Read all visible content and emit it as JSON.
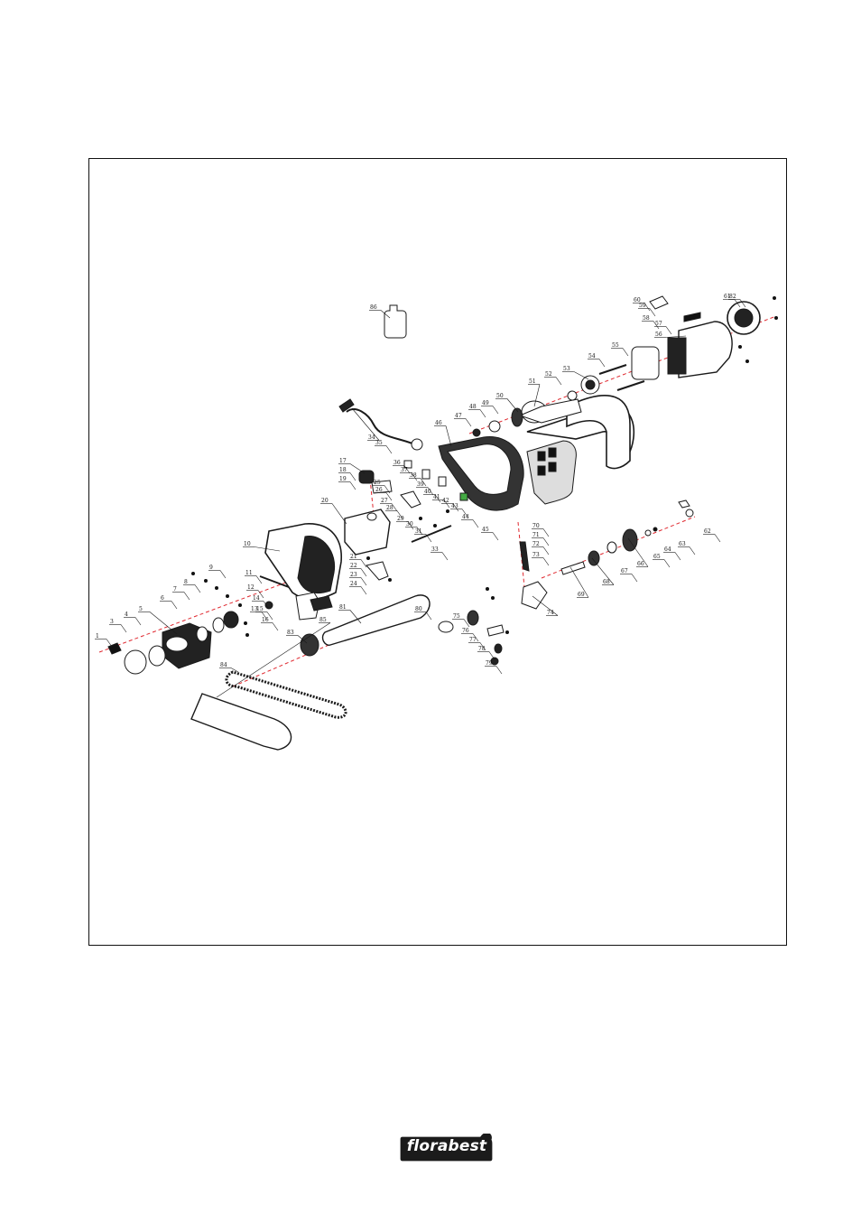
{
  "logo": {
    "text": "florabest"
  },
  "diagram": {
    "colors": {
      "line": "#1a1a1a",
      "axis": "#e0282f",
      "fill": "#111111",
      "paper": "#ffffff"
    },
    "part_labels": [
      "1",
      "3",
      "4",
      "5",
      "6",
      "7",
      "8",
      "9",
      "10",
      "11",
      "12",
      "13",
      "14",
      "15",
      "16",
      "17",
      "18",
      "19",
      "20",
      "21",
      "22",
      "23",
      "24",
      "25",
      "26",
      "27",
      "28",
      "29",
      "30",
      "31",
      "33",
      "34",
      "35",
      "36",
      "37",
      "38",
      "39",
      "40",
      "41",
      "42",
      "43",
      "44",
      "45",
      "46",
      "47",
      "48",
      "49",
      "50",
      "51",
      "52",
      "53",
      "54",
      "55",
      "56",
      "57",
      "58",
      "59",
      "60",
      "61",
      "62",
      "63",
      "64",
      "65",
      "66",
      "67",
      "68",
      "69",
      "70",
      "71",
      "72",
      "73",
      "74",
      "75",
      "76",
      "77",
      "78",
      "79",
      "80",
      "81",
      "82",
      "83",
      "84",
      "85",
      "86"
    ]
  }
}
